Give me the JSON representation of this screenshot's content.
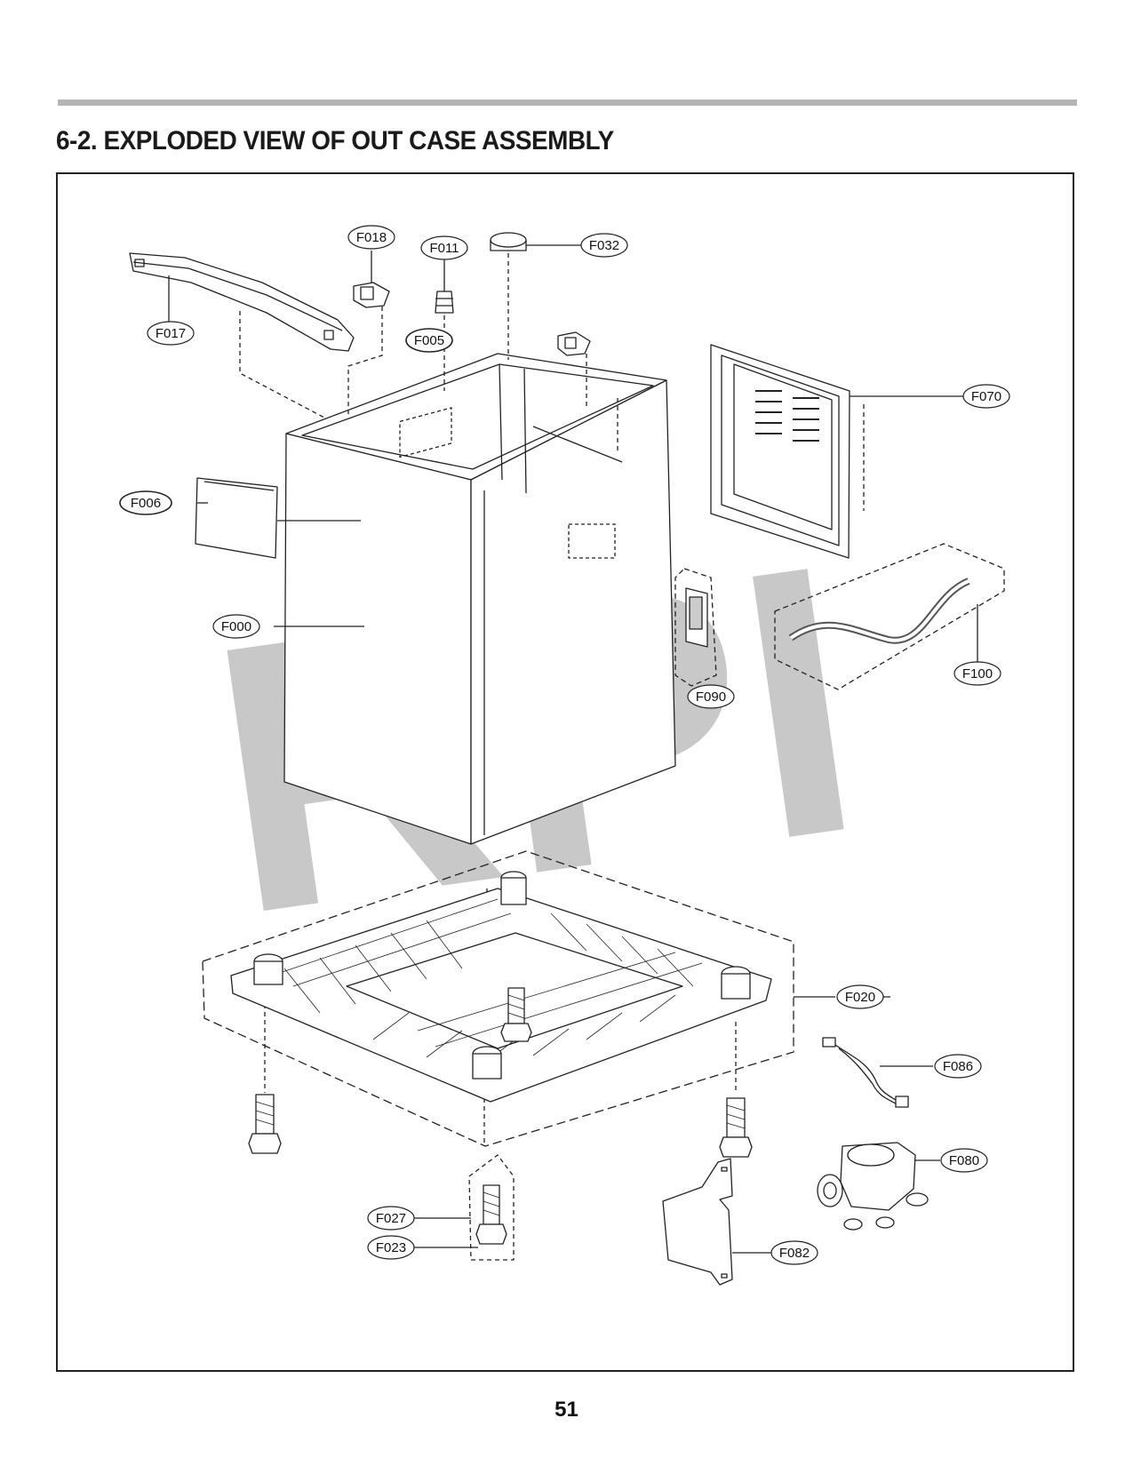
{
  "page": {
    "title": "6-2. EXPLODED VIEW OF OUT CASE ASSEMBLY",
    "page_number": "51"
  },
  "watermark": "RPI",
  "callouts": {
    "F018": "F018",
    "F011": "F011",
    "F032": "F032",
    "F017": "F017",
    "F005": "F005",
    "F070": "F070",
    "F006": "F006",
    "F000": "F000",
    "F090": "F090",
    "F100": "F100",
    "F020": "F020",
    "F086": "F086",
    "F080": "F080",
    "F027": "F027",
    "F023": "F023",
    "F082": "F082"
  }
}
